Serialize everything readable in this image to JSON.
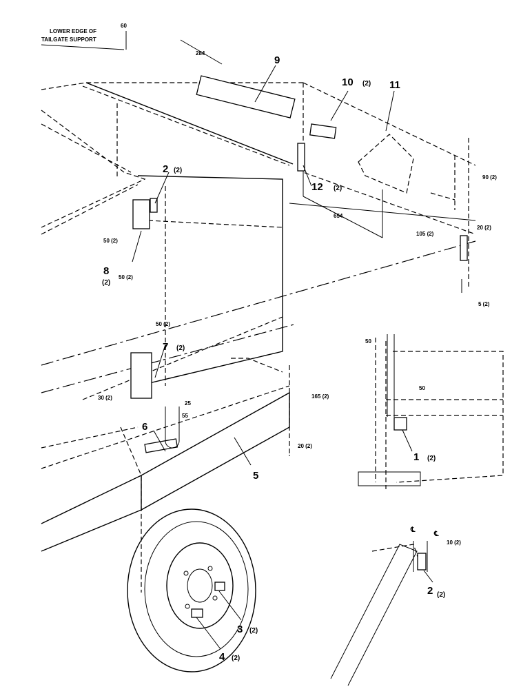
{
  "callouts": {
    "c1": {
      "number": "1",
      "qty": "(2)"
    },
    "c2a": {
      "number": "2",
      "qty": "(2)"
    },
    "c2b": {
      "number": "2",
      "qty": "(2)"
    },
    "c3": {
      "number": "3",
      "qty": "(2)"
    },
    "c4": {
      "number": "4",
      "qty": "(2)"
    },
    "c5": {
      "number": "5"
    },
    "c6": {
      "number": "6"
    },
    "c7": {
      "number": "7",
      "qty": "(2)"
    },
    "c8": {
      "number": "8",
      "qty": "(2)"
    },
    "c9": {
      "number": "9"
    },
    "c10": {
      "number": "10",
      "qty": "(2)"
    },
    "c11": {
      "number": "11"
    },
    "c12": {
      "number": "12",
      "qty": "(2)"
    }
  },
  "note": {
    "line1": "LOWER EDGE OF",
    "line2": "TAILGATE SUPPORT"
  },
  "dimensions": {
    "d60": "60",
    "d284": "284",
    "d654": "654",
    "d90": "90 (2)",
    "d105": "105 (2)",
    "d20top": "20 (2)",
    "d5": "5 (2)",
    "d50a": "50 (2)",
    "d50b": "50 (2)",
    "d50c": "50 (2)",
    "d30": "30 (2)",
    "d25": "25",
    "d55": "55",
    "d165": "165 (2)",
    "d20bot": "20 (2)",
    "inset50top": "50",
    "inset50mid": "50",
    "d10": "10 (2)",
    "cl1": "℄",
    "cl2": "℄"
  }
}
